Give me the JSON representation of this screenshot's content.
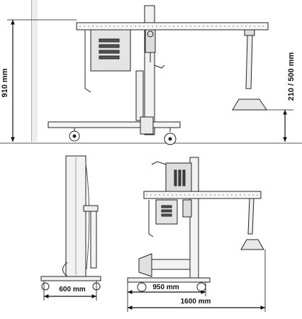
{
  "dimensions": {
    "height_total": "910 mm",
    "height_adjust": "210 / 500 mm",
    "width_base": "600 mm",
    "length_base": "950 mm",
    "length_total": "1600 mm"
  }
}
